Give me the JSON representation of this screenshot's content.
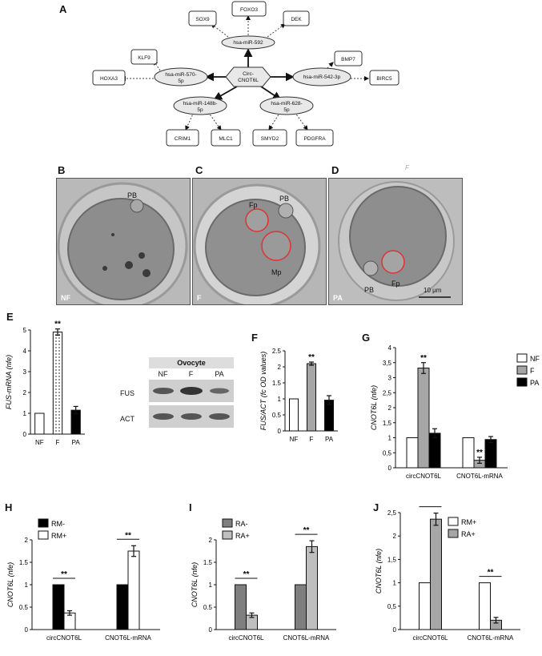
{
  "panels": {
    "A": {
      "letter": "A"
    },
    "B": {
      "letter": "B",
      "condition": "NF",
      "labels": [
        "PB"
      ]
    },
    "C": {
      "letter": "C",
      "condition": "F",
      "labels": [
        "Fp",
        "PB",
        "Mp"
      ]
    },
    "D": {
      "letter": "D",
      "condition": "PA",
      "labels": [
        "PB",
        "Fp"
      ],
      "scale": "10 μm",
      "mark": "F"
    },
    "E": {
      "letter": "E"
    },
    "F": {
      "letter": "F"
    },
    "G": {
      "letter": "G"
    },
    "H": {
      "letter": "H"
    },
    "I": {
      "letter": "I"
    },
    "J": {
      "letter": "J"
    }
  },
  "network": {
    "center": "Circ-\nCNOT6L",
    "mirnas": [
      "hsa-miR-592",
      "hsa-miR-570-5p",
      "hsa-miR-542-3p",
      "hsa-miR-148b-5p",
      "hsa-miR-628-5p"
    ],
    "targets": [
      "SOX9",
      "FOXO3",
      "DEK",
      "KLF9",
      "HOXA3",
      "BMP7",
      "BIRC5",
      "CRIM1",
      "MLC1",
      "SMYD2",
      "PDGFRA"
    ]
  },
  "western": {
    "header": "Ovocyte",
    "lanes": [
      "NF",
      "F",
      "PA"
    ],
    "rows": [
      "FUS",
      "ACT"
    ]
  },
  "chart_data": [
    {
      "panel": "E",
      "type": "bar",
      "ylabel": "FUS-mRNA (nfe)",
      "categories": [
        "NF",
        "F",
        "PA"
      ],
      "values": [
        1.0,
        4.9,
        1.15
      ],
      "errors": [
        0.0,
        0.15,
        0.18
      ],
      "ylim": [
        0,
        5
      ],
      "yticks": [
        "0",
        "1",
        "2",
        "3",
        "4",
        "5"
      ],
      "significance": [
        "",
        "**",
        ""
      ]
    },
    {
      "panel": "F",
      "type": "bar",
      "ylabel": "FUS/ACT (fc OD values)",
      "categories": [
        "NF",
        "F",
        "PA"
      ],
      "values": [
        1.0,
        2.1,
        0.96
      ],
      "errors": [
        0.0,
        0.05,
        0.14
      ],
      "ylim": [
        0,
        2.5
      ],
      "yticks": [
        "0",
        "0.5",
        "1",
        "1.5",
        "2",
        "2.5"
      ],
      "significance": [
        "",
        "**",
        ""
      ]
    },
    {
      "panel": "G",
      "type": "bar",
      "ylabel": "CNOT6L (nfe)",
      "categories": [
        "circCNOT6L",
        "CNOT6L-mRNA"
      ],
      "series": [
        {
          "name": "NF",
          "values": [
            1.0,
            1.0
          ],
          "errors": [
            0.0,
            0.0
          ]
        },
        {
          "name": "F",
          "values": [
            3.32,
            0.25
          ],
          "errors": [
            0.18,
            0.1
          ]
        },
        {
          "name": "PA",
          "values": [
            1.15,
            0.94
          ],
          "errors": [
            0.15,
            0.1
          ]
        }
      ],
      "ylim": [
        0,
        4
      ],
      "yticks": [
        "0",
        "0,5",
        "1",
        "1,5",
        "2",
        "2,5",
        "3",
        "3,5",
        "4"
      ],
      "significance": [
        [
          "",
          "**",
          ""
        ],
        [
          "",
          "**",
          ""
        ]
      ]
    },
    {
      "panel": "H",
      "type": "bar",
      "ylabel": "CNOT6L (nfe)",
      "categories": [
        "circCNOT6L",
        "CNOT6L-mRNA"
      ],
      "series": [
        {
          "name": "RM-",
          "values": [
            1.0,
            1.0
          ],
          "errors": [
            0.0,
            0.0
          ]
        },
        {
          "name": "RM+",
          "values": [
            0.37,
            1.75
          ],
          "errors": [
            0.05,
            0.12
          ]
        }
      ],
      "ylim": [
        0,
        2
      ],
      "yticks": [
        "0",
        "0.5",
        "1",
        "1.5",
        "2"
      ],
      "significance": [
        "**",
        "**"
      ]
    },
    {
      "panel": "I",
      "type": "bar",
      "ylabel": "CNOT6L (nfe)",
      "categories": [
        "circCNOT6L",
        "CNOT6L-mRNA"
      ],
      "series": [
        {
          "name": "RA-",
          "values": [
            1.0,
            1.0
          ],
          "errors": [
            0.0,
            0.0
          ]
        },
        {
          "name": "RA+",
          "values": [
            0.32,
            1.85
          ],
          "errors": [
            0.05,
            0.13
          ]
        }
      ],
      "ylim": [
        0,
        2
      ],
      "yticks": [
        "0",
        "0.5",
        "1",
        "1.5",
        "2"
      ],
      "significance": [
        "**",
        "**"
      ]
    },
    {
      "panel": "J",
      "type": "bar",
      "ylabel": "CNOT6L (nfe)",
      "categories": [
        "circCNOT6L",
        "CNOT6L-mRNA"
      ],
      "series": [
        {
          "name": "RM+",
          "values": [
            1.0,
            1.0
          ],
          "errors": [
            0.0,
            0.0
          ]
        },
        {
          "name": "RA+",
          "values": [
            2.36,
            0.2
          ],
          "errors": [
            0.13,
            0.06
          ]
        }
      ],
      "ylim": [
        0,
        2.5
      ],
      "yticks": [
        "0",
        "0,5",
        "1",
        "1,5",
        "2",
        "2,5"
      ],
      "significance": [
        "**",
        "**"
      ]
    }
  ],
  "colors": {
    "white": "#ffffff",
    "grey": "#a6a6a6",
    "black": "#000000",
    "darkgrey": "#7f7f7f",
    "lightgrey": "#bfbfbf"
  }
}
